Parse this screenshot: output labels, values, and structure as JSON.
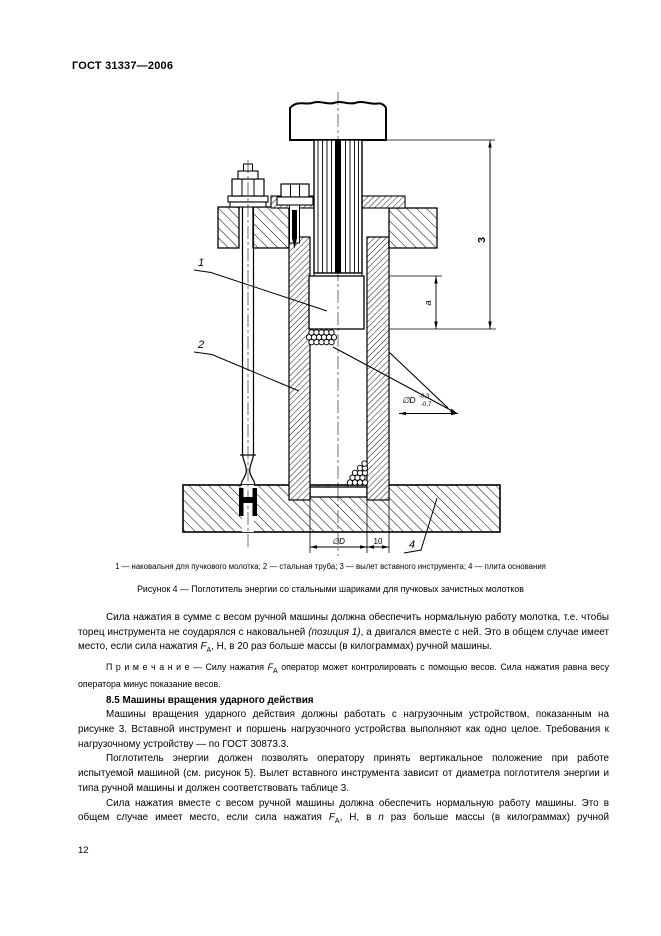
{
  "doc": {
    "header": "ГОСТ 31337—2006",
    "page_number": "12"
  },
  "figure": {
    "parts_caption": "1 — наковальня для пучкового молотка; 2 — стальная труба; 3 — вылет вставного инструмента; 4 — плита основания",
    "title": "Рисунок 4 — Поглотитель энергии со стальными шариками для пучковых зачистных молотков",
    "callouts": {
      "c1": "1",
      "c2": "2",
      "c4": "4"
    },
    "dims": {
      "d3": "3",
      "da": "а",
      "dD_tol_base": "∅D",
      "tol_up": "-0,3",
      "tol_dn": "-0,7",
      "dD": "∅D",
      "d10": "10"
    }
  },
  "body": {
    "p1a": "Сила нажатия в сумме с весом ручной машины должна обеспечить нормальную работу молотка, т.е. чтобы торец инструмента не соударялся с наковальней ",
    "p1b": "(позиция 1)",
    "p1c": ", а двигался вместе с ней. Это в общем случае имеет место, если сила нажатия ",
    "p1F": "F",
    "p1Fsub": "А",
    "p1d": ", Н, в 20 раз больше массы (в килограммах) ручной машины.",
    "note_label": "П р и м е ч а н и е — ",
    "note_a": "Силу нажатия ",
    "noteF": "F",
    "noteFsub": "А",
    "note_b": " оператор может контролировать с помощью весов. Сила нажатия равна весу оператора минус показание весов.",
    "h85": "8.5 Машины вращения ударного действия",
    "p2": "Машины вращения ударного действия должны работать с нагрузочным устройством, показанным на рисунке 3. Вставной инструмент и поршень нагрузочного устройства выполняют как одно целое. Требования к нагрузочному устройству — по ГОСТ 30873.3.",
    "p3": "Поглотитель энергии должен позволять оператору принять вертикальное положение при работе испытуемой машиной (см. рисунок 5). Вылет вставного инструмента зависит от диаметра поглотителя энергии и типа ручной машины и должен соответствовать таблице 3.",
    "p4a": "Сила нажатия вместе с весом ручной машины должна обеспечить нормальную работу машины. Это в общем случае имеет место, если сила нажатия ",
    "p4F": "F",
    "p4Fsub": "А",
    "p4b": ", Н, в ",
    "p4n": "n",
    "p4c": " раз больше массы (в килограммах) ручной"
  }
}
